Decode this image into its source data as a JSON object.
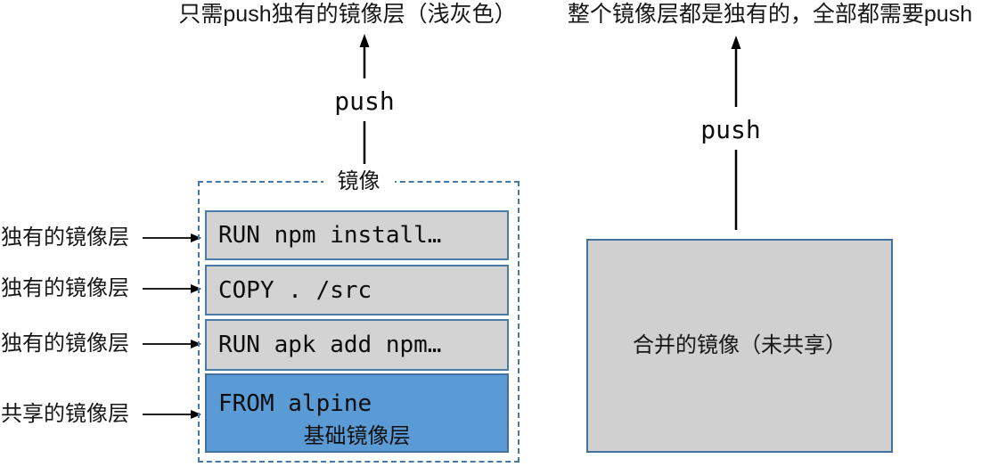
{
  "captions": {
    "left": "只需push独有的镜像层（浅灰色）",
    "right": "整个镜像层都是独有的，全部都需要push"
  },
  "push": {
    "left_label": "push",
    "right_label": "push"
  },
  "image_box": {
    "title": "镜像",
    "layers": [
      {
        "text": "RUN npm install…",
        "kind": "unique"
      },
      {
        "text": "COPY . /src",
        "kind": "unique"
      },
      {
        "text": "RUN apk add npm…",
        "kind": "unique"
      },
      {
        "text": "FROM alpine",
        "sublabel": "基础镜像层",
        "kind": "shared"
      }
    ]
  },
  "left_labels": [
    "独有的镜像层",
    "独有的镜像层",
    "独有的镜像层",
    "共享的镜像层"
  ],
  "merged_box": {
    "label": "合并的镜像（未共享）"
  },
  "colors": {
    "layer_fill": "#d3d3d3",
    "shared_layer_fill": "#5b9bd5",
    "box_border": "#41719c",
    "dashed_border": "#4878a8"
  }
}
